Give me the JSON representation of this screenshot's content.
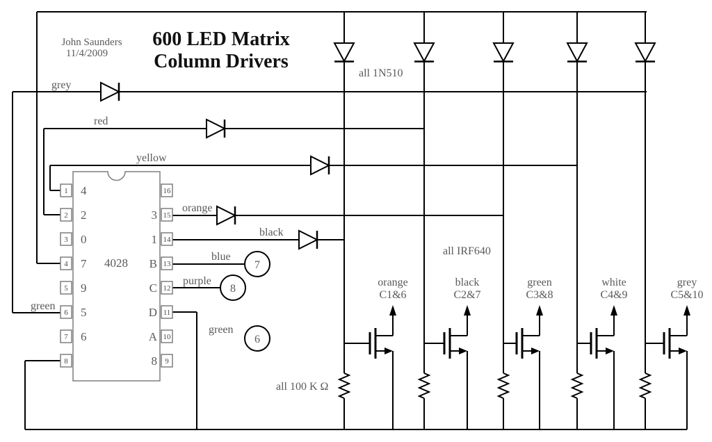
{
  "author": {
    "name": "John Saunders",
    "date": "11/4/2009"
  },
  "title": {
    "line1": "600 LED Matrix",
    "line2": "Column Drivers"
  },
  "notes": {
    "diodes": "all 1N510",
    "mosfets": "all IRF640",
    "resistors": "all 100 K Ω"
  },
  "ic": {
    "part": "4028",
    "left_pins": [
      {
        "num": "1",
        "label": "4"
      },
      {
        "num": "2",
        "label": "2"
      },
      {
        "num": "3",
        "label": "0"
      },
      {
        "num": "4",
        "label": "7"
      },
      {
        "num": "5",
        "label": "9"
      },
      {
        "num": "6",
        "label": "5"
      },
      {
        "num": "7",
        "label": "6"
      },
      {
        "num": "8",
        "label": ""
      }
    ],
    "right_pins": [
      {
        "num": "16",
        "label": ""
      },
      {
        "num": "15",
        "label": "3"
      },
      {
        "num": "14",
        "label": "1"
      },
      {
        "num": "13",
        "label": "B"
      },
      {
        "num": "12",
        "label": "C"
      },
      {
        "num": "11",
        "label": "D"
      },
      {
        "num": "10",
        "label": "A"
      },
      {
        "num": "9",
        "label": "8"
      }
    ]
  },
  "wire_labels": {
    "grey": "grey",
    "red": "red",
    "yellow": "yellow",
    "orange": "orange",
    "black": "black",
    "blue": "blue",
    "purple": "purple",
    "green_row": "green",
    "green_in": "green"
  },
  "row_connectors": [
    {
      "value": "7",
      "wire": "blue"
    },
    {
      "value": "8",
      "wire": "purple"
    },
    {
      "value": "6",
      "wire": "green"
    }
  ],
  "drivers": [
    {
      "wire": "orange",
      "columns": "C1&6"
    },
    {
      "wire": "black",
      "columns": "C2&7"
    },
    {
      "wire": "green",
      "columns": "C3&8"
    },
    {
      "wire": "white",
      "columns": "C4&9"
    },
    {
      "wire": "grey",
      "columns": "C5&10"
    }
  ]
}
